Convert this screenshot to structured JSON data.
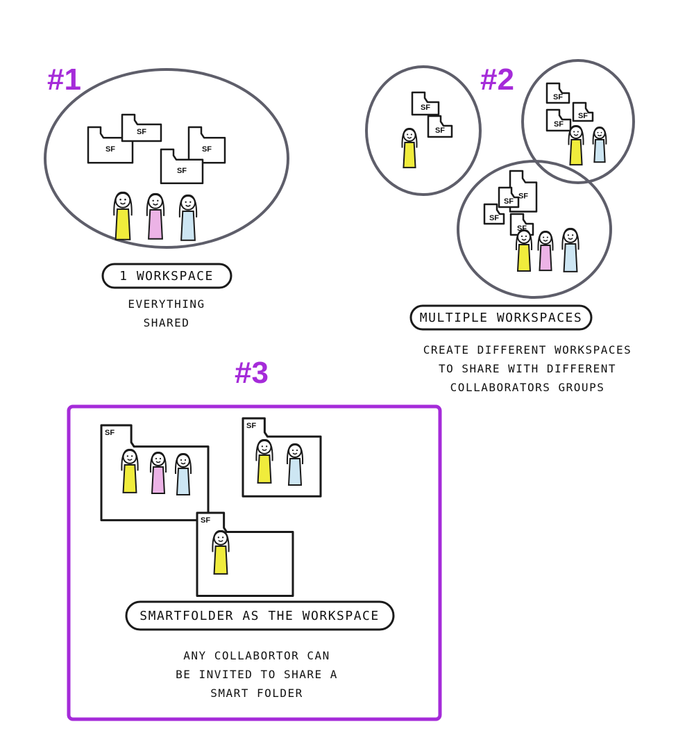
{
  "colors": {
    "accent": "#a52bd9",
    "ink": "#1a1a1a",
    "circle_stroke": "#5e5e6a",
    "person_yellow": "#f0ec3c",
    "person_pink": "#ecb3e6",
    "person_blue": "#cde6f3"
  },
  "sections": [
    {
      "number": "#1",
      "title": "1 WORKSPACE",
      "description": "EVERYTHING\nSHARED",
      "folder_label": "SF"
    },
    {
      "number": "#2",
      "title": "MULTIPLE WORKSPACES",
      "description": "CREATE DIFFERENT WORKSPACES\nTO SHARE WITH DIFFERENT\nCOLLABORATORS GROUPS",
      "folder_label": "SF"
    },
    {
      "number": "#3",
      "title": "SMARTFOLDER AS THE WORKSPACE",
      "description": "ANY COLLABORTOR CAN\nBE INVITED TO SHARE A\nSMART FOLDER",
      "folder_label": "SF"
    }
  ],
  "icons": [
    "smart-folder-icon",
    "person-icon"
  ]
}
